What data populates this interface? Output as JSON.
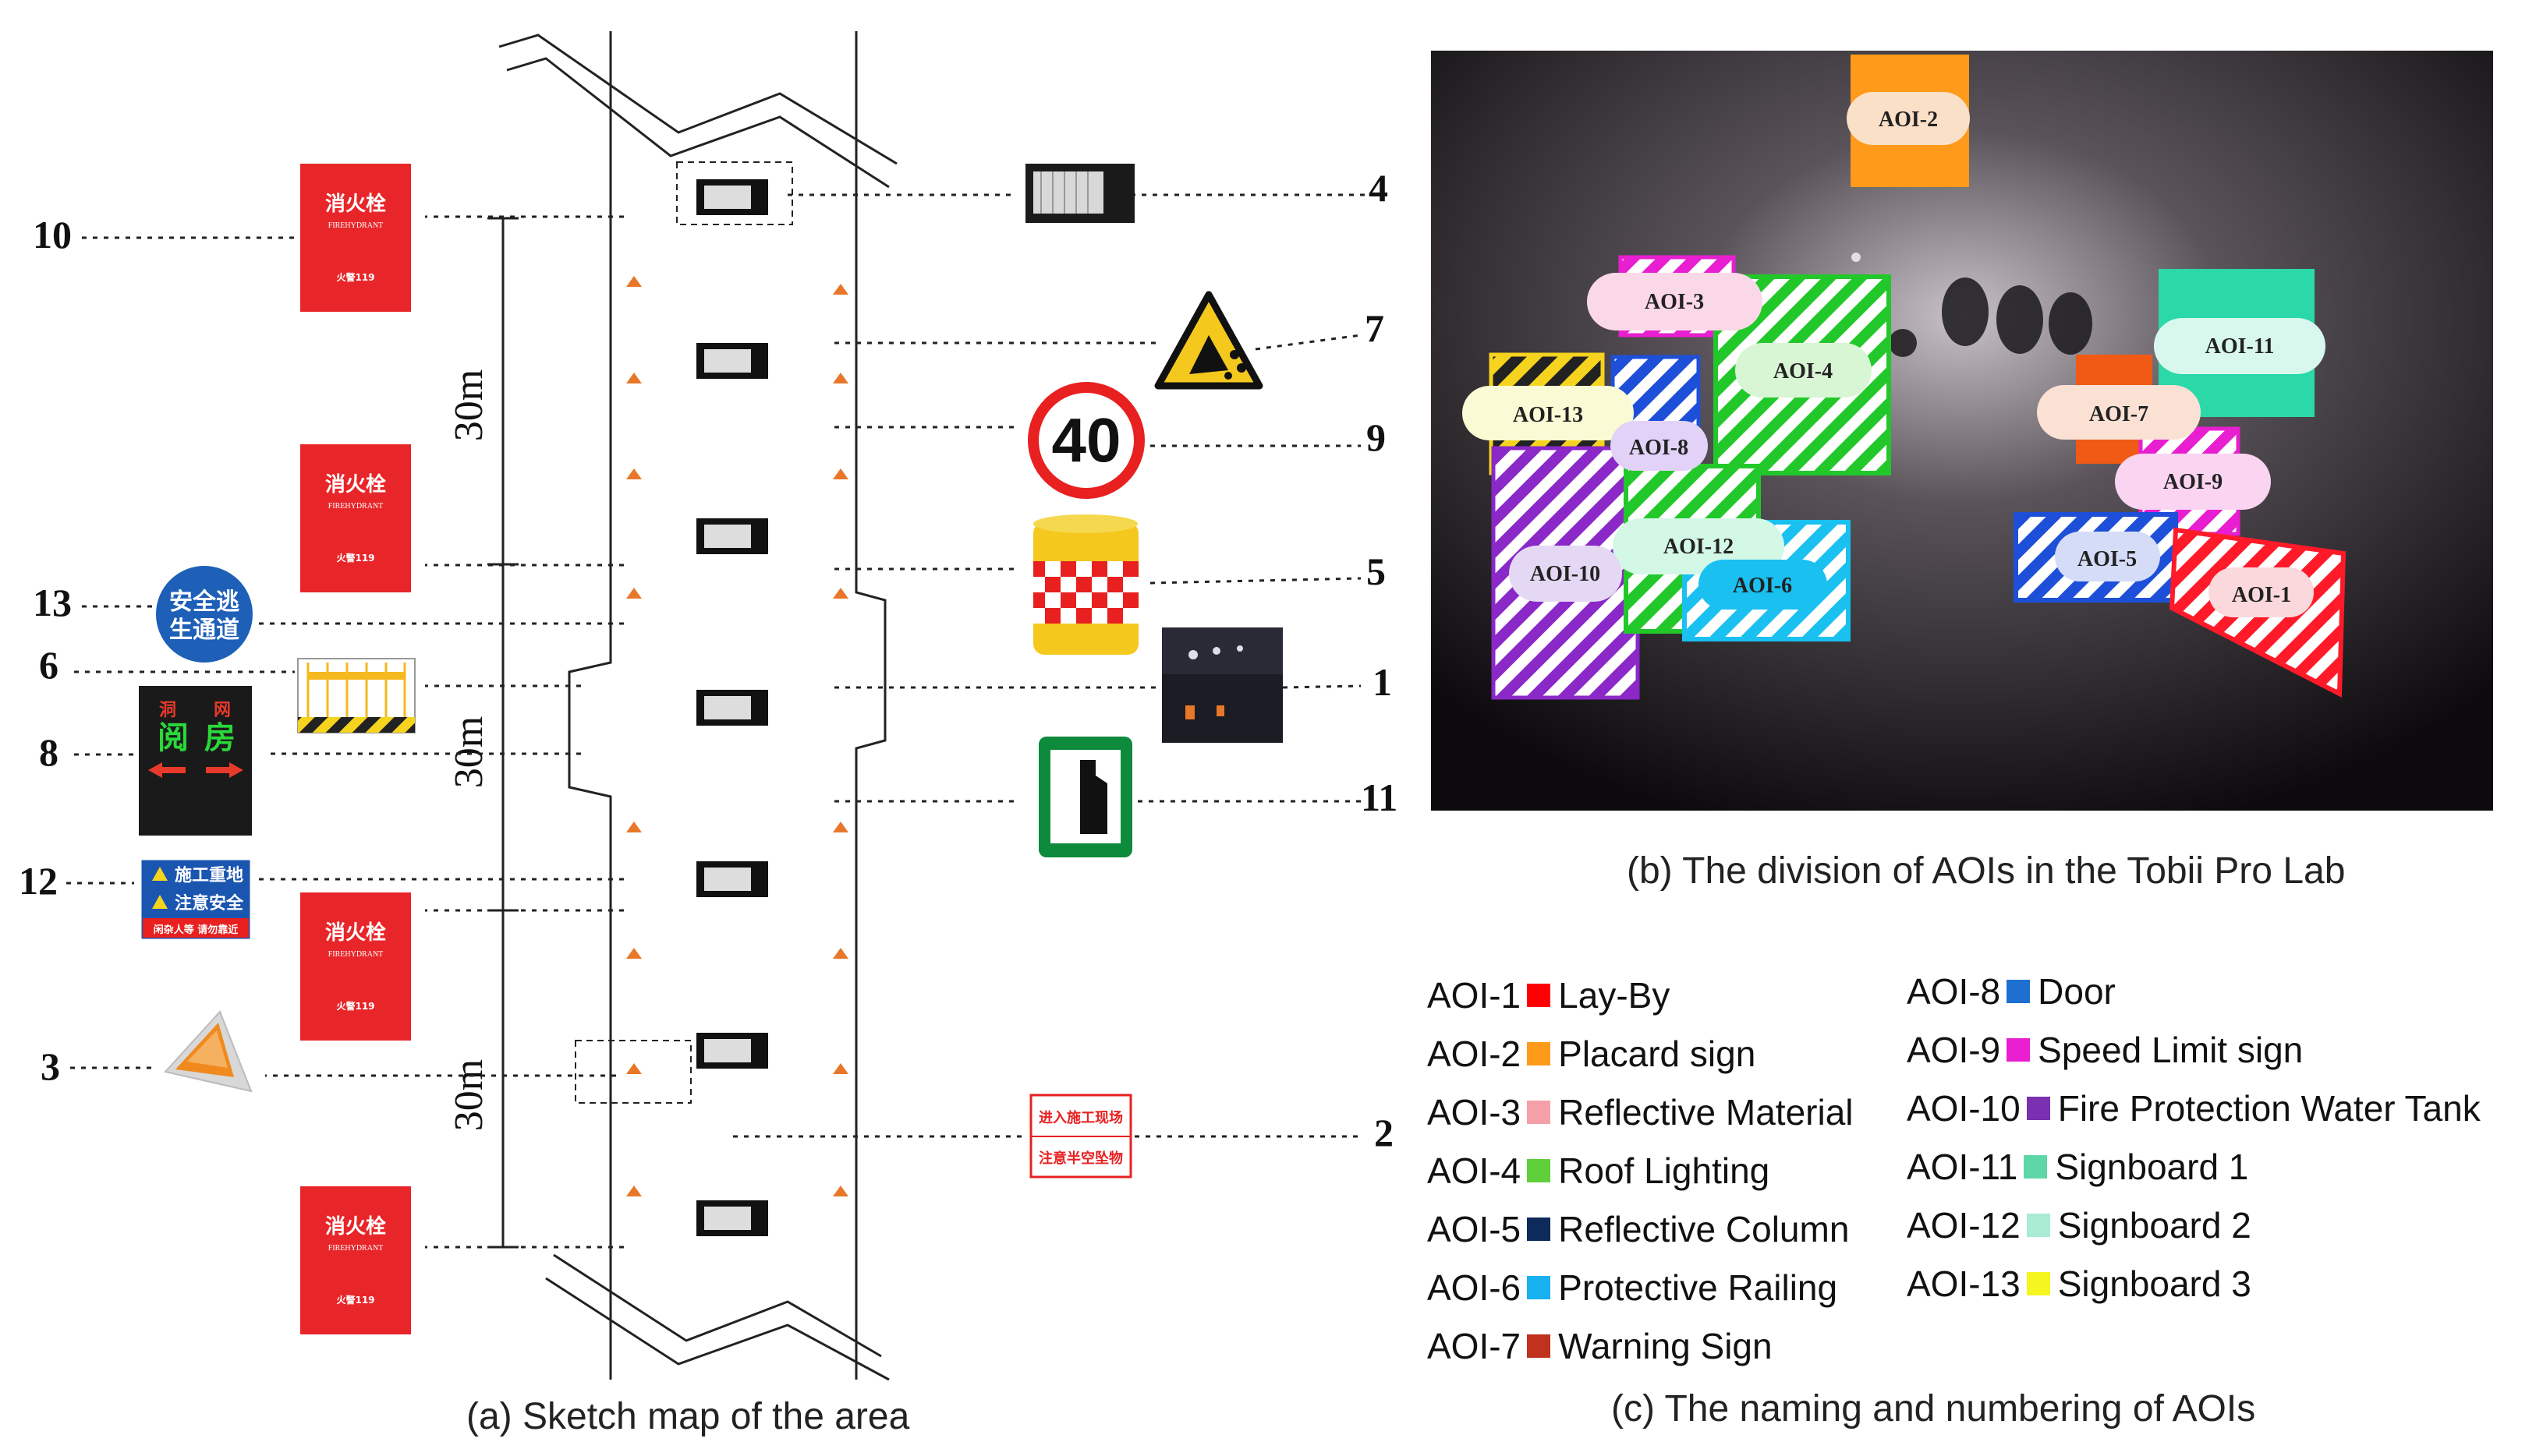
{
  "captions": {
    "a": "(a) Sketch map of the area",
    "b": "(b) The division of AOIs in the Tobii Pro Lab",
    "c": "(c) The naming and numbering of AOIs"
  },
  "sketch": {
    "distance_label": "30m",
    "left_numbers": [
      "10",
      "13",
      "6",
      "8",
      "12",
      "3"
    ],
    "right_numbers": [
      "4",
      "7",
      "9",
      "5",
      "1",
      "11",
      "2"
    ],
    "hydrant_text": "消火栓",
    "hydrant_sub": "FIREHYDRANT",
    "hydrant_phone": "火警119",
    "escape_sign": [
      "安全逃",
      "生通道"
    ],
    "door_sign": [
      "洞",
      "网",
      "阅",
      "房"
    ],
    "construction_sign": [
      "施工重地",
      "注意安全",
      "闲杂人等 请勿靠近"
    ],
    "speed_limit": "40",
    "placard_text": [
      "进入施工现场",
      "注意半空坠物"
    ]
  },
  "aoi_image": {
    "labels": [
      "AOI-1",
      "AOI-2",
      "AOI-3",
      "AOI-4",
      "AOI-5",
      "AOI-6",
      "AOI-7",
      "AOI-8",
      "AOI-9",
      "AOI-10",
      "AOI-11",
      "AOI-12",
      "AOI-13"
    ]
  },
  "legend": [
    {
      "id": "AOI-1",
      "name": "Lay-By",
      "color": "#ff0000"
    },
    {
      "id": "AOI-2",
      "name": "Placard sign",
      "color": "#ff9a1a"
    },
    {
      "id": "AOI-3",
      "name": "Reflective Material",
      "color": "#f5a0a8"
    },
    {
      "id": "AOI-4",
      "name": "Roof Lighting",
      "color": "#5fcf3c"
    },
    {
      "id": "AOI-5",
      "name": "Reflective Column",
      "color": "#0e2a5a"
    },
    {
      "id": "AOI-6",
      "name": "Protective Railing",
      "color": "#19b0f0"
    },
    {
      "id": "AOI-7",
      "name": "Warning Sign",
      "color": "#c0321e"
    },
    {
      "id": "AOI-8",
      "name": "Door",
      "color": "#1e6fd0"
    },
    {
      "id": "AOI-9",
      "name": "Speed Limit sign",
      "color": "#e81ed0"
    },
    {
      "id": "AOI-10",
      "name": "Fire Protection Water Tank",
      "color": "#7a30b0"
    },
    {
      "id": "AOI-11",
      "name": "Signboard 1",
      "color": "#5fd6a8"
    },
    {
      "id": "AOI-12",
      "name": "Signboard 2",
      "color": "#a8ecd4"
    },
    {
      "id": "AOI-13",
      "name": "Signboard 3",
      "color": "#f5f520"
    }
  ]
}
